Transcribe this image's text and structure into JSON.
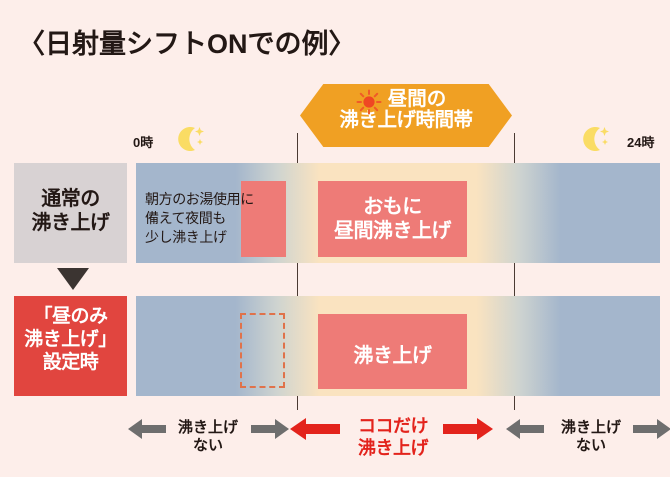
{
  "title": "〈日射量シフトONでの例〉",
  "banner": {
    "icon": "sun-icon",
    "line1": "昼間の",
    "line2": "沸き上げ時間帯"
  },
  "timeline": {
    "start_label": "0時",
    "end_label": "24時",
    "start_icon": "moon-icon",
    "end_icon": "moon-icon"
  },
  "rows": [
    {
      "label": "通常の\n沸き上げ",
      "note": "朝方のお湯使用に\n備えて夜間も\n少し沸き上げ",
      "night_block_label": "",
      "day_block_label": "おもに\n昼間沸き上げ"
    },
    {
      "label": "「昼のみ\n沸き上げ」\n設定時",
      "night_block_label": "",
      "day_block_label": "沸き上げ"
    }
  ],
  "legend": {
    "left": "沸き上げ\nない",
    "center": "ココだけ\n沸き上げ",
    "right": "沸き上げ\nない"
  },
  "colors": {
    "background": "#fdeeea",
    "orange": "#f0a023",
    "red": "#e1453f",
    "red_block": "#ee7b77",
    "red_arrow": "#e3231c",
    "gray_arrow": "#6e6e6e",
    "gray_label": "#d8d2d3",
    "bar_night": "#a4b6cc",
    "bar_day": "#fae3c0",
    "moon_yellow": "#fadc64",
    "sun_orange": "#f05a28"
  }
}
